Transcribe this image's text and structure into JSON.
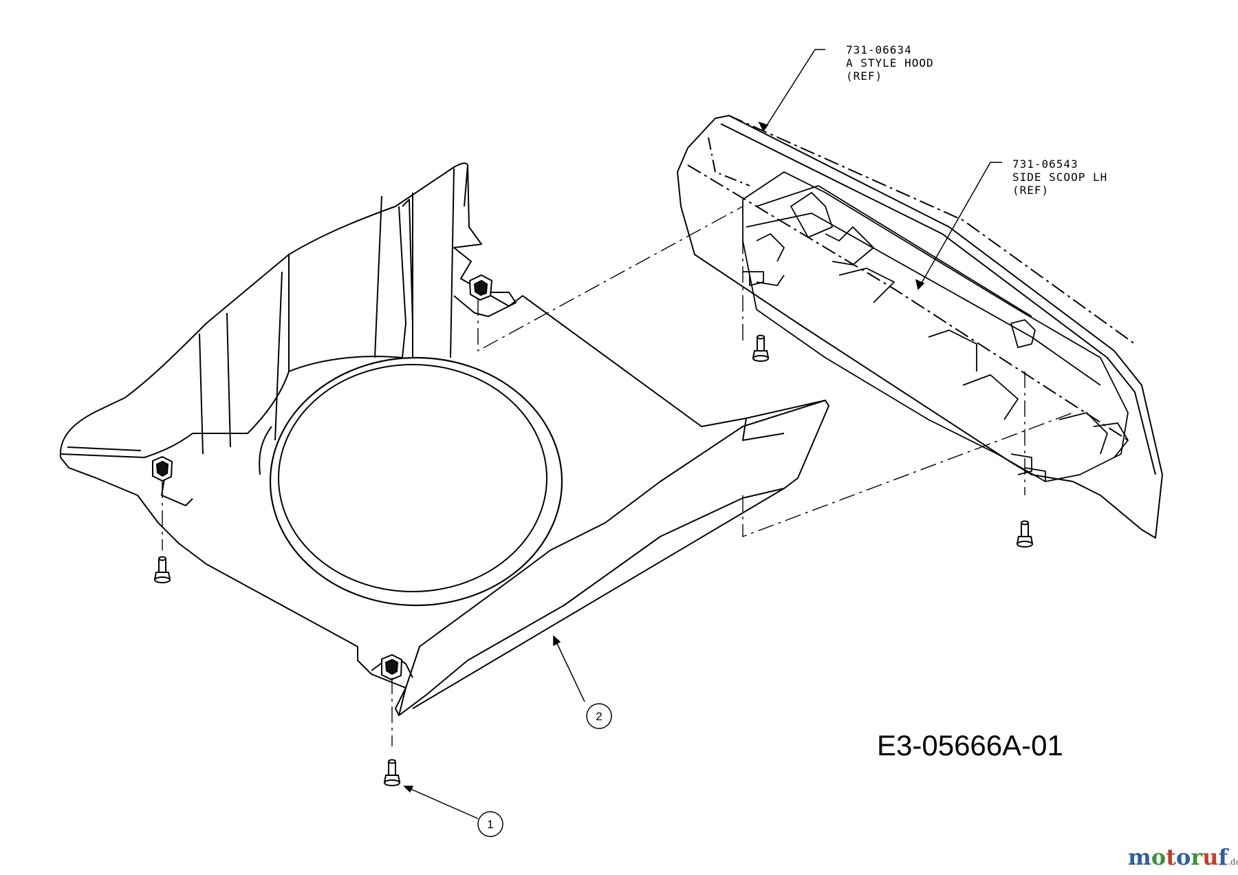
{
  "diagram": {
    "id": "E3-05666A-01",
    "references": [
      {
        "part_number": "731-06634",
        "name": "A STYLE HOOD",
        "note": "(REF)"
      },
      {
        "part_number": "731-06543",
        "name": "SIDE SCOOP LH",
        "note": "(REF)"
      }
    ],
    "callouts": [
      "1",
      "2"
    ]
  },
  "watermark": {
    "letters": [
      "m",
      "o",
      "t",
      "o",
      "r",
      "u",
      "f"
    ],
    "suffix": ".de",
    "colors": [
      "#2f5f9e",
      "#3f8f3a",
      "#c43b2b",
      "#2f5f9e",
      "#3f8f3a",
      "#c43b2b",
      "#2f5f9e"
    ]
  }
}
